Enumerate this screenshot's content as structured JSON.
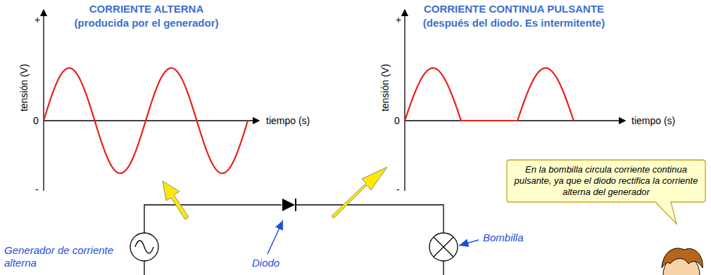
{
  "diagram": {
    "nodes": [
      {
        "text": [
          "En la bombilla circula corriente continua pulsante, ya que el diodo rectifica la corriente alterna del generador"
        ]
      }
    ],
    "labels": [
      "CORRIENTE ALTERNA",
      "(producida por el generador)",
      "tensión (V)",
      "+",
      "0",
      "-",
      "tiempo (s)",
      "CORRIENTE CONTINUA PULSANTE",
      "(después del diodo. Es intermitente)",
      "tensión (V)",
      "+",
      "0",
      "-",
      "tiempo (s)",
      "Generador de corriente alterna",
      "Diodo",
      "Bombilla"
    ]
  }
}
